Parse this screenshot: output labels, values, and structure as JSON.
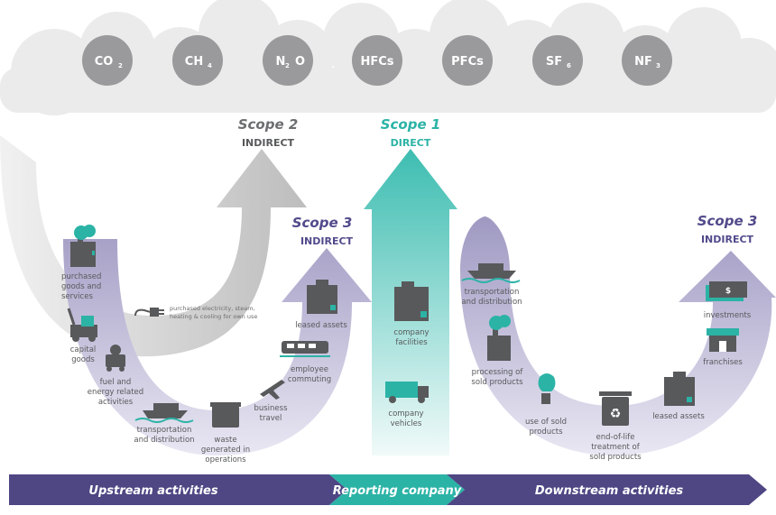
{
  "gases": [
    {
      "base": "CO",
      "sub": "2"
    },
    {
      "base": "CH",
      "sub": "4"
    },
    {
      "base": "N",
      "sub": "2",
      "tail": "O"
    },
    {
      "base": "HFCs"
    },
    {
      "base": "PFCs"
    },
    {
      "base": "SF",
      "sub": "6"
    },
    {
      "base": "NF",
      "sub": "3"
    }
  ],
  "scopes": {
    "scope2": {
      "title": "Scope 2",
      "type": "INDIRECT"
    },
    "scope1": {
      "title": "Scope 1",
      "type": "DIRECT"
    },
    "scope3_up": {
      "title": "Scope 3",
      "type": "INDIRECT"
    },
    "scope3_down": {
      "title": "Scope 3",
      "type": "INDIRECT"
    }
  },
  "scope2_activity": {
    "l1": "purchased electricity, steam,",
    "l2": "heating & cooling for own use"
  },
  "upstream": [
    {
      "l1": "purchased",
      "l2": "goods and",
      "l3": "services"
    },
    {
      "l1": "capital",
      "l2": "goods"
    },
    {
      "l1": "fuel and",
      "l2": "energy related",
      "l3": "activities"
    },
    {
      "l1": "transportation",
      "l2": "and distribution"
    },
    {
      "l1": "waste",
      "l2": "generated in",
      "l3": "operations"
    },
    {
      "l1": "business",
      "l2": "travel"
    },
    {
      "l1": "employee",
      "l2": "commuting"
    },
    {
      "l1": "leased assets"
    }
  ],
  "scope1_activities": [
    {
      "l1": "company",
      "l2": "facilities"
    },
    {
      "l1": "company",
      "l2": "vehicles"
    }
  ],
  "downstream": [
    {
      "l1": "transportation",
      "l2": "and distribution"
    },
    {
      "l1": "processing of",
      "l2": "sold products"
    },
    {
      "l1": "use of sold",
      "l2": "products"
    },
    {
      "l1": "end-of-life",
      "l2": "treatment of",
      "l3": "sold products"
    },
    {
      "l1": "leased assets"
    },
    {
      "l1": "franchises"
    },
    {
      "l1": "investments"
    }
  ],
  "banner": {
    "upstream": "Upstream activities",
    "reporting": "Reporting company",
    "downstream": "Downstream activities"
  },
  "colors": {
    "teal": "#2bb3a6",
    "purple": "#4e4784",
    "gray": "#9a9a9c"
  },
  "icons": [
    "factory-icon",
    "truck-crane-icon",
    "fuel-cart-icon",
    "ship-icon",
    "waste-bin-icon",
    "airplane-icon",
    "train-icon",
    "building-icon",
    "plug-icon",
    "truck-icon",
    "lightbulb-icon",
    "recycle-bin-icon",
    "storefront-icon",
    "money-icon"
  ]
}
